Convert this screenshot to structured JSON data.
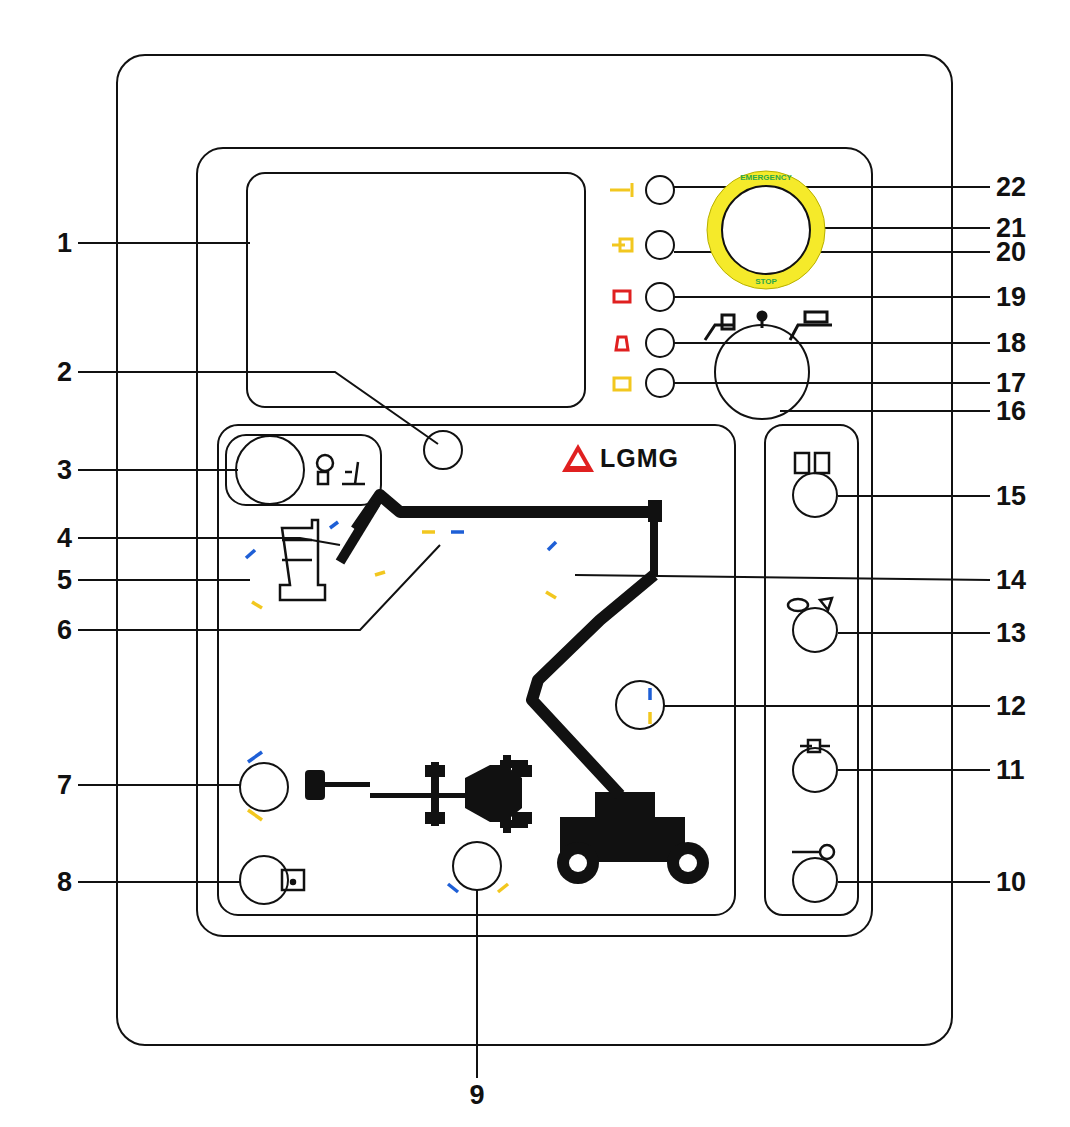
{
  "diagram": {
    "nodes": [
      {
        "text": [
          "EMERGENCY",
          "STOP"
        ]
      }
    ],
    "labels": [
      "1",
      "2",
      "3",
      "4",
      "5",
      "6",
      "7",
      "8",
      "9",
      "10",
      "11",
      "12",
      "13",
      "14",
      "15",
      "16",
      "17",
      "18",
      "19",
      "20",
      "21",
      "22",
      "LGMG"
    ]
  }
}
